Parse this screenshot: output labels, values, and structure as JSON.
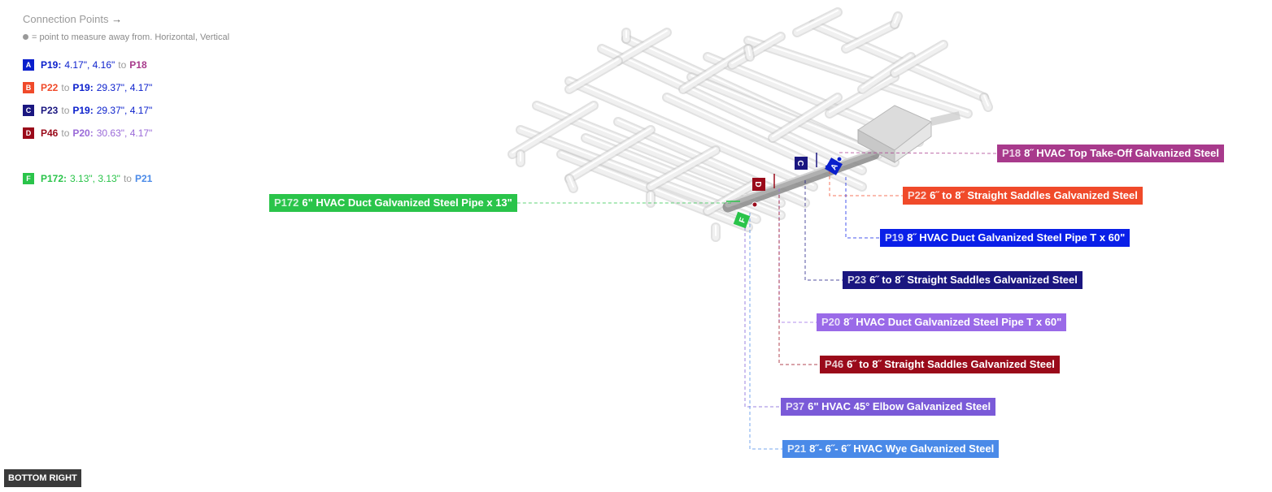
{
  "legend": {
    "title": "Connection Points",
    "title_arrow": "→",
    "note": "= point to measure away from. Horizontal, Vertical",
    "rows": [
      {
        "badge": "A",
        "color": "#0a1fcc",
        "first_id": "P19:",
        "first_vals": "4.17\", 4.16\"",
        "first_color": "#0a1fcc",
        "sep": "to",
        "second_id": "P18",
        "second_vals": "",
        "second_color": "#a83a8c"
      },
      {
        "badge": "B",
        "color": "#f04a2a",
        "first_id": "P22",
        "first_vals": "",
        "first_color": "#f04a2a",
        "sep": "to",
        "second_id": "P19:",
        "second_vals": "29.37\", 4.17\"",
        "second_color": "#0a1fcc"
      },
      {
        "badge": "C",
        "color": "#1a1680",
        "first_id": "P23",
        "first_vals": "",
        "first_color": "#1a1680",
        "sep": "to",
        "second_id": "P19:",
        "second_vals": "29.37\", 4.17\"",
        "second_color": "#0a1fcc"
      },
      {
        "badge": "D",
        "color": "#9a0a1a",
        "first_id": "P46",
        "first_vals": "",
        "first_color": "#9a0a1a",
        "sep": "to",
        "second_id": "P20:",
        "second_vals": "30.63\", 4.17\"",
        "second_color": "#9a6ad8"
      },
      {
        "badge": "F",
        "color": "#2ac44a",
        "first_id": "P172:",
        "first_vals": "3.13\", 3.13\"",
        "first_color": "#2ac44a",
        "sep": "to",
        "second_id": "P21",
        "second_vals": "",
        "second_color": "#4a8ae8"
      }
    ]
  },
  "labels": [
    {
      "key": "p18",
      "id": "P18",
      "text": "8˝ HVAC Top Take-Off Galvanized Steel",
      "color": "#a83a8c"
    },
    {
      "key": "p22",
      "id": "P22",
      "text": "6˝ to 8˝ Straight Saddles Galvanized Steel",
      "color": "#f04a2a"
    },
    {
      "key": "p19",
      "id": "P19",
      "text": "8˝ HVAC Duct Galvanized Steel Pipe T x 60\"",
      "color": "#0a1fe8"
    },
    {
      "key": "p23",
      "id": "P23",
      "text": "6˝ to 8˝ Straight Saddles Galvanized Steel",
      "color": "#1a1680"
    },
    {
      "key": "p20",
      "id": "P20",
      "text": "8˝ HVAC Duct Galvanized Steel Pipe T x 60\"",
      "color": "#9a6ae8"
    },
    {
      "key": "p46",
      "id": "P46",
      "text": "6˝ to 8˝ Straight Saddles Galvanized Steel",
      "color": "#9a0a1a"
    },
    {
      "key": "p37",
      "id": "P37",
      "text": "6\" HVAC 45° Elbow Galvanized Steel",
      "color": "#7a5ad8"
    },
    {
      "key": "p21",
      "id": "P21",
      "text": "8˝- 6˝- 6˝ HVAC Wye Galvanized Steel",
      "color": "#4a8ae8"
    },
    {
      "key": "p172",
      "id": "P172",
      "text": "6\" HVAC Duct Galvanized Steel Pipe x 13\"",
      "color": "#2ac44a"
    }
  ],
  "markers": [
    {
      "letter": "A",
      "color": "#0a1fcc"
    },
    {
      "letter": "C",
      "color": "#1a1680"
    },
    {
      "letter": "D",
      "color": "#9a0a1a"
    },
    {
      "letter": "F",
      "color": "#2ac44a"
    }
  ],
  "view_button": "BOTTOM RIGHT"
}
